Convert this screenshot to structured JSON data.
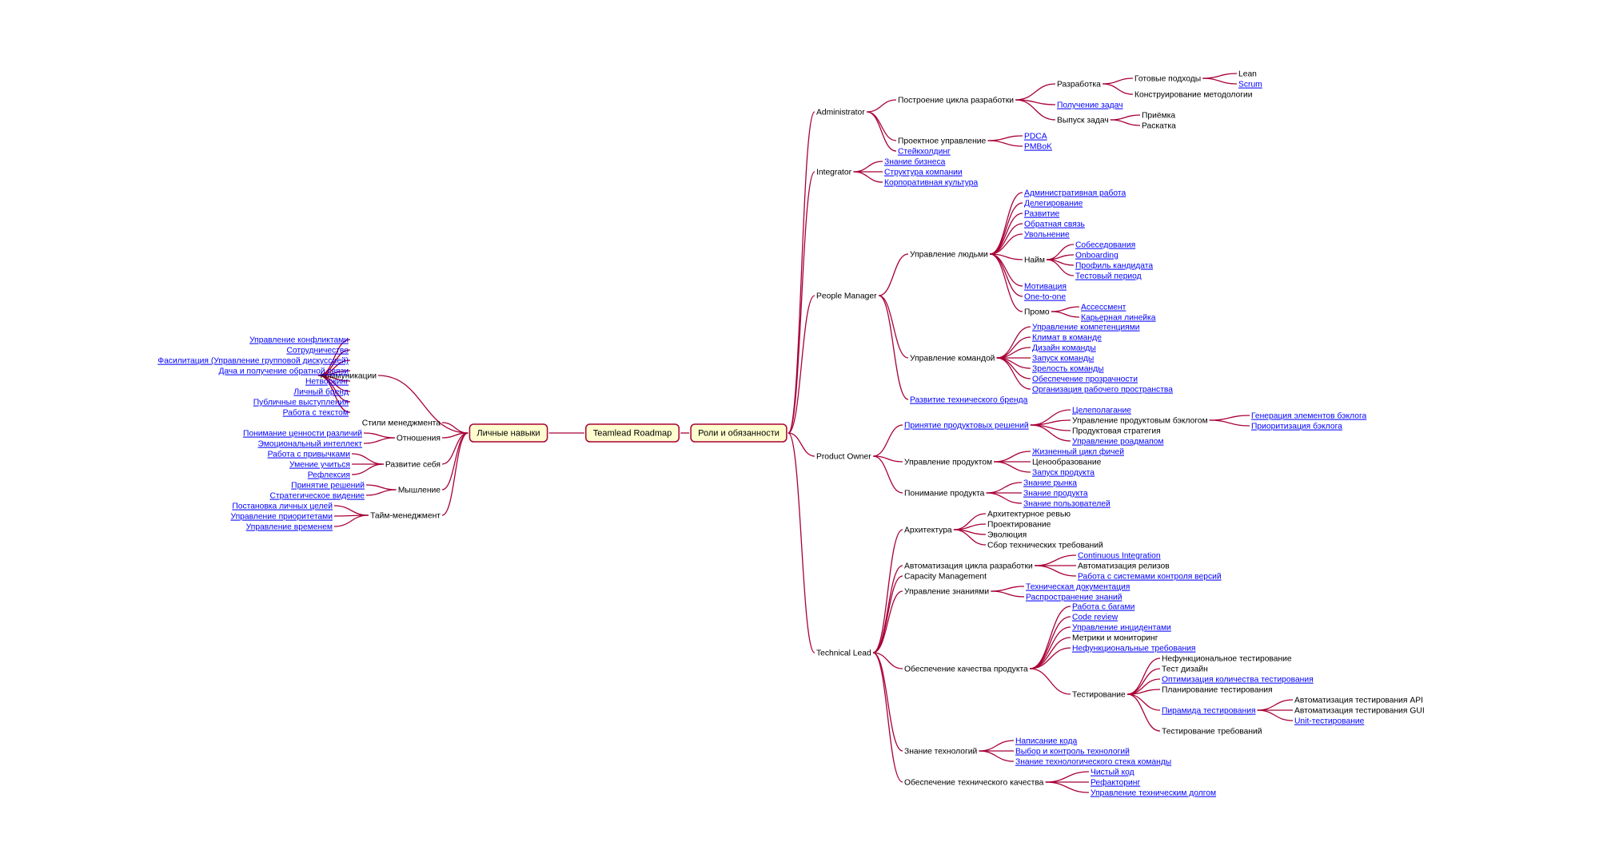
{
  "nodes": [
    {
      "id": "root",
      "label": "Teamlead Roadmap",
      "link": false
    },
    {
      "id": "left",
      "label": "Личные навыки",
      "link": false
    },
    {
      "id": "komm",
      "label": "Коммуникации",
      "link": false
    },
    {
      "id": "k1",
      "label": "Управление конфликтами",
      "link": true
    },
    {
      "id": "k2",
      "label": "Сотрудничество",
      "link": true
    },
    {
      "id": "k3",
      "label": "Фасилитация (Управление групповой дискуссией)",
      "link": true
    },
    {
      "id": "k4",
      "label": "Дача и получение обратной связи",
      "link": true
    },
    {
      "id": "k5",
      "label": "Нетворкинг",
      "link": true
    },
    {
      "id": "k6",
      "label": "Личный бренд",
      "link": true
    },
    {
      "id": "k7",
      "label": "Публичные выступления",
      "link": true
    },
    {
      "id": "k8",
      "label": "Работа с текстом",
      "link": true
    },
    {
      "id": "stili",
      "label": "Стили менеджмента",
      "link": false
    },
    {
      "id": "otn",
      "label": "Отношения",
      "link": false
    },
    {
      "id": "o1",
      "label": "Понимание ценности различий",
      "link": true
    },
    {
      "id": "o2",
      "label": "Эмоциональный интеллект",
      "link": true
    },
    {
      "id": "razv",
      "label": "Развитие себя",
      "link": false
    },
    {
      "id": "r1",
      "label": "Работа с привычками",
      "link": true
    },
    {
      "id": "r2",
      "label": "Умение учиться",
      "link": true
    },
    {
      "id": "r3",
      "label": "Рефлексия",
      "link": true
    },
    {
      "id": "mysh",
      "label": "Мышление",
      "link": false
    },
    {
      "id": "m1",
      "label": "Принятие решений",
      "link": true
    },
    {
      "id": "m2",
      "label": "Стратегическое видение",
      "link": true
    },
    {
      "id": "taim",
      "label": "Тайм-менеджмент",
      "link": false
    },
    {
      "id": "t1",
      "label": "Постановка личных целей",
      "link": true
    },
    {
      "id": "t2",
      "label": "Управление приоритетами",
      "link": true
    },
    {
      "id": "t3",
      "label": "Управление временем",
      "link": true
    },
    {
      "id": "right",
      "label": "Роли и обязанности",
      "link": false
    },
    {
      "id": "admin",
      "label": "Administrator",
      "link": false
    },
    {
      "id": "pcr",
      "label": "Построение цикла разработки",
      "link": false
    },
    {
      "id": "razr",
      "label": "Разработка",
      "link": false
    },
    {
      "id": "gp",
      "label": "Готовые подходы",
      "link": false
    },
    {
      "id": "lean",
      "label": "Lean",
      "link": false
    },
    {
      "id": "scrum",
      "label": "Scrum",
      "link": true
    },
    {
      "id": "km",
      "label": "Конструирование методологии",
      "link": false
    },
    {
      "id": "pz",
      "label": "Получение задач",
      "link": true
    },
    {
      "id": "vz",
      "label": "Выпуск задач",
      "link": false
    },
    {
      "id": "priem",
      "label": "Приёмка",
      "link": false
    },
    {
      "id": "rask",
      "label": "Раскатка",
      "link": false
    },
    {
      "id": "pu",
      "label": "Проектное управление",
      "link": false
    },
    {
      "id": "pdca",
      "label": "PDCA",
      "link": true
    },
    {
      "id": "pmbok",
      "label": "PMBoK",
      "link": true
    },
    {
      "id": "steik",
      "label": "Стейкхолдинг",
      "link": true
    },
    {
      "id": "integ",
      "label": "Integrator",
      "link": false
    },
    {
      "id": "i1",
      "label": "Знание бизнеса",
      "link": true
    },
    {
      "id": "i2",
      "label": "Структура компании",
      "link": true
    },
    {
      "id": "i3",
      "label": "Корпоративная культура",
      "link": true
    },
    {
      "id": "pm",
      "label": "People Manager",
      "link": false
    },
    {
      "id": "ul",
      "label": "Управление людьми",
      "link": false
    },
    {
      "id": "ul1",
      "label": "Административная работа",
      "link": true
    },
    {
      "id": "ul2",
      "label": "Делегирование",
      "link": true
    },
    {
      "id": "ul3",
      "label": "Развитие",
      "link": true
    },
    {
      "id": "ul4",
      "label": "Обратная связь",
      "link": true
    },
    {
      "id": "ul5",
      "label": "Увольнение",
      "link": true
    },
    {
      "id": "naim",
      "label": "Найм",
      "link": false
    },
    {
      "id": "n1",
      "label": "Собеседования",
      "link": true
    },
    {
      "id": "n2",
      "label": "Onboarding",
      "link": true
    },
    {
      "id": "n3",
      "label": "Профиль кандидата",
      "link": true
    },
    {
      "id": "n4",
      "label": "Тестовый период",
      "link": true
    },
    {
      "id": "ul6",
      "label": "Мотивация",
      "link": true
    },
    {
      "id": "ul7",
      "label": "One-to-one",
      "link": true
    },
    {
      "id": "promo",
      "label": "Промо",
      "link": false
    },
    {
      "id": "pr1",
      "label": "Ассессмент",
      "link": true
    },
    {
      "id": "pr2",
      "label": "Карьерная линейка",
      "link": true
    },
    {
      "id": "uk",
      "label": "Управление командой",
      "link": false
    },
    {
      "id": "uk1",
      "label": "Управление компетенциями",
      "link": true
    },
    {
      "id": "uk2",
      "label": "Климат в команде",
      "link": true
    },
    {
      "id": "uk3",
      "label": "Дизайн команды",
      "link": true
    },
    {
      "id": "uk4",
      "label": "Запуск команды",
      "link": true
    },
    {
      "id": "uk5",
      "label": "Зрелость команды",
      "link": true
    },
    {
      "id": "uk6",
      "label": "Обеспечение прозрачности",
      "link": true
    },
    {
      "id": "uk7",
      "label": "Организация рабочего пространства",
      "link": true
    },
    {
      "id": "rtb",
      "label": "Развитие технического бренда",
      "link": true
    },
    {
      "id": "po",
      "label": "Product Owner",
      "link": false
    },
    {
      "id": "ppr",
      "label": "Принятие продуктовых решений",
      "link": true
    },
    {
      "id": "cel",
      "label": "Целеполагание",
      "link": true
    },
    {
      "id": "upb",
      "label": "Управление продуктовым бэклогом",
      "link": false
    },
    {
      "id": "geb",
      "label": "Генерация элементов бэклога",
      "link": true
    },
    {
      "id": "prb",
      "label": "Приоритизация бэклога",
      "link": true
    },
    {
      "id": "ps",
      "label": "Продуктовая стратегия",
      "link": false
    },
    {
      "id": "ur",
      "label": "Управление роадмапом",
      "link": true
    },
    {
      "id": "up",
      "label": "Управление продуктом",
      "link": false
    },
    {
      "id": "jcp",
      "label": "Жизненный цикл фичей",
      "link": true
    },
    {
      "id": "cen",
      "label": "Ценообразование",
      "link": false
    },
    {
      "id": "zp",
      "label": "Запуск продукта",
      "link": true
    },
    {
      "id": "ponp",
      "label": "Понимание продукта",
      "link": false
    },
    {
      "id": "zr",
      "label": "Знание рынка",
      "link": true
    },
    {
      "id": "zpr",
      "label": "Знание продукта",
      "link": true
    },
    {
      "id": "zpol",
      "label": "Знание пользователей",
      "link": true
    },
    {
      "id": "tl",
      "label": "Technical Lead",
      "link": false
    },
    {
      "id": "arch",
      "label": "Архитектура",
      "link": false
    },
    {
      "id": "a1",
      "label": "Архитектурное ревью",
      "link": false
    },
    {
      "id": "a2",
      "label": "Проектирование",
      "link": false
    },
    {
      "id": "a3",
      "label": "Эволюция",
      "link": false
    },
    {
      "id": "a4",
      "label": "Сбор технических требований",
      "link": false
    },
    {
      "id": "acr",
      "label": "Автоматизация цикла разработки",
      "link": false
    },
    {
      "id": "ci",
      "label": "Continuous Integration",
      "link": true
    },
    {
      "id": "ar",
      "label": "Автоматизация релизов",
      "link": false
    },
    {
      "id": "vcs",
      "label": "Работа с системами контроля версий",
      "link": true
    },
    {
      "id": "cap",
      "label": "Capacity Management",
      "link": false
    },
    {
      "id": "uz",
      "label": "Управление знаниями",
      "link": false
    },
    {
      "id": "td",
      "label": "Техническая документация",
      "link": true
    },
    {
      "id": "rz",
      "label": "Распространение знаний",
      "link": true
    },
    {
      "id": "okp",
      "label": "Обеспечение качества продукта",
      "link": false
    },
    {
      "id": "rb",
      "label": "Работа с багами",
      "link": true
    },
    {
      "id": "cr",
      "label": "Code review",
      "link": true
    },
    {
      "id": "ui",
      "label": "Управление инцидентами",
      "link": true
    },
    {
      "id": "mm",
      "label": "Метрики и мониторинг",
      "link": false
    },
    {
      "id": "nt",
      "label": "Нефункциональные требования",
      "link": true
    },
    {
      "id": "test",
      "label": "Тестирование",
      "link": false
    },
    {
      "id": "te1",
      "label": "Нефункциональное тестирование",
      "link": false
    },
    {
      "id": "te2",
      "label": "Тест дизайн",
      "link": false
    },
    {
      "id": "te3",
      "label": "Оптимизация количества тестирования",
      "link": true
    },
    {
      "id": "te4",
      "label": "Планирование тестирования",
      "link": false
    },
    {
      "id": "pt",
      "label": "Пирамида тестирования",
      "link": true
    },
    {
      "id": "pt1",
      "label": "Автоматизация тестирования API",
      "link": false
    },
    {
      "id": "pt2",
      "label": "Автоматизация тестирования GUI",
      "link": false
    },
    {
      "id": "pt3",
      "label": "Unit-тестирование",
      "link": true
    },
    {
      "id": "te5",
      "label": "Тестирование требований",
      "link": false
    },
    {
      "id": "zt",
      "label": "Знание технологий",
      "link": false
    },
    {
      "id": "zt1",
      "label": "Написание кода",
      "link": true
    },
    {
      "id": "zt2",
      "label": "Выбор и контроль технологий",
      "link": true
    },
    {
      "id": "zt3",
      "label": "Знание технологического стека команды",
      "link": true
    },
    {
      "id": "otk",
      "label": "Обеспечение технического качества",
      "link": false
    },
    {
      "id": "ok1",
      "label": "Чистый код",
      "link": true
    },
    {
      "id": "ok2",
      "label": "Рефакторинг",
      "link": true
    },
    {
      "id": "ok3",
      "label": "Управление техническим долгом",
      "link": true
    }
  ],
  "edges": [
    [
      "root",
      "left"
    ],
    [
      "root",
      "right"
    ],
    [
      "left",
      "komm"
    ],
    [
      "komm",
      "k1"
    ],
    [
      "komm",
      "k2"
    ],
    [
      "komm",
      "k3"
    ],
    [
      "komm",
      "k4"
    ],
    [
      "komm",
      "k5"
    ],
    [
      "komm",
      "k6"
    ],
    [
      "komm",
      "k7"
    ],
    [
      "komm",
      "k8"
    ],
    [
      "left",
      "stili"
    ],
    [
      "left",
      "otn"
    ],
    [
      "otn",
      "o1"
    ],
    [
      "otn",
      "o2"
    ],
    [
      "left",
      "razv"
    ],
    [
      "razv",
      "r1"
    ],
    [
      "razv",
      "r2"
    ],
    [
      "razv",
      "r3"
    ],
    [
      "left",
      "mysh"
    ],
    [
      "mysh",
      "m1"
    ],
    [
      "mysh",
      "m2"
    ],
    [
      "left",
      "taim"
    ],
    [
      "taim",
      "t1"
    ],
    [
      "taim",
      "t2"
    ],
    [
      "taim",
      "t3"
    ],
    [
      "right",
      "admin"
    ],
    [
      "admin",
      "pcr"
    ],
    [
      "pcr",
      "razr"
    ],
    [
      "razr",
      "gp"
    ],
    [
      "gp",
      "lean"
    ],
    [
      "gp",
      "scrum"
    ],
    [
      "razr",
      "km"
    ],
    [
      "pcr",
      "pz"
    ],
    [
      "pcr",
      "vz"
    ],
    [
      "vz",
      "priem"
    ],
    [
      "vz",
      "rask"
    ],
    [
      "admin",
      "pu"
    ],
    [
      "pu",
      "pdca"
    ],
    [
      "pu",
      "pmbok"
    ],
    [
      "admin",
      "steik"
    ],
    [
      "right",
      "integ"
    ],
    [
      "integ",
      "i1"
    ],
    [
      "integ",
      "i2"
    ],
    [
      "integ",
      "i3"
    ],
    [
      "right",
      "pm"
    ],
    [
      "pm",
      "ul"
    ],
    [
      "ul",
      "ul1"
    ],
    [
      "ul",
      "ul2"
    ],
    [
      "ul",
      "ul3"
    ],
    [
      "ul",
      "ul4"
    ],
    [
      "ul",
      "ul5"
    ],
    [
      "ul",
      "naim"
    ],
    [
      "naim",
      "n1"
    ],
    [
      "naim",
      "n2"
    ],
    [
      "naim",
      "n3"
    ],
    [
      "naim",
      "n4"
    ],
    [
      "ul",
      "ul6"
    ],
    [
      "ul",
      "ul7"
    ],
    [
      "ul",
      "promo"
    ],
    [
      "promo",
      "pr1"
    ],
    [
      "promo",
      "pr2"
    ],
    [
      "pm",
      "uk"
    ],
    [
      "uk",
      "uk1"
    ],
    [
      "uk",
      "uk2"
    ],
    [
      "uk",
      "uk3"
    ],
    [
      "uk",
      "uk4"
    ],
    [
      "uk",
      "uk5"
    ],
    [
      "uk",
      "uk6"
    ],
    [
      "uk",
      "uk7"
    ],
    [
      "pm",
      "rtb"
    ],
    [
      "right",
      "po"
    ],
    [
      "po",
      "ppr"
    ],
    [
      "ppr",
      "cel"
    ],
    [
      "ppr",
      "upb"
    ],
    [
      "upb",
      "geb"
    ],
    [
      "upb",
      "prb"
    ],
    [
      "ppr",
      "ps"
    ],
    [
      "ppr",
      "ur"
    ],
    [
      "po",
      "up"
    ],
    [
      "up",
      "jcp"
    ],
    [
      "up",
      "cen"
    ],
    [
      "up",
      "zp"
    ],
    [
      "po",
      "ponp"
    ],
    [
      "ponp",
      "zr"
    ],
    [
      "ponp",
      "zpr"
    ],
    [
      "ponp",
      "zpol"
    ],
    [
      "right",
      "tl"
    ],
    [
      "tl",
      "arch"
    ],
    [
      "arch",
      "a1"
    ],
    [
      "arch",
      "a2"
    ],
    [
      "arch",
      "a3"
    ],
    [
      "arch",
      "a4"
    ],
    [
      "tl",
      "acr"
    ],
    [
      "acr",
      "ci"
    ],
    [
      "acr",
      "ar"
    ],
    [
      "acr",
      "vcs"
    ],
    [
      "tl",
      "cap"
    ],
    [
      "tl",
      "uz"
    ],
    [
      "uz",
      "td"
    ],
    [
      "uz",
      "rz"
    ],
    [
      "tl",
      "okp"
    ],
    [
      "okp",
      "rb"
    ],
    [
      "okp",
      "cr"
    ],
    [
      "okp",
      "ui"
    ],
    [
      "okp",
      "mm"
    ],
    [
      "okp",
      "nt"
    ],
    [
      "okp",
      "test"
    ],
    [
      "test",
      "te1"
    ],
    [
      "test",
      "te2"
    ],
    [
      "test",
      "te3"
    ],
    [
      "test",
      "te4"
    ],
    [
      "test",
      "pt"
    ],
    [
      "pt",
      "pt1"
    ],
    [
      "pt",
      "pt2"
    ],
    [
      "pt",
      "pt3"
    ],
    [
      "test",
      "te5"
    ],
    [
      "tl",
      "zt"
    ],
    [
      "zt",
      "zt1"
    ],
    [
      "zt",
      "zt2"
    ],
    [
      "zt",
      "zt3"
    ],
    [
      "tl",
      "otk"
    ],
    [
      "otk",
      "ok1"
    ],
    [
      "otk",
      "ok2"
    ],
    [
      "otk",
      "ok3"
    ]
  ]
}
